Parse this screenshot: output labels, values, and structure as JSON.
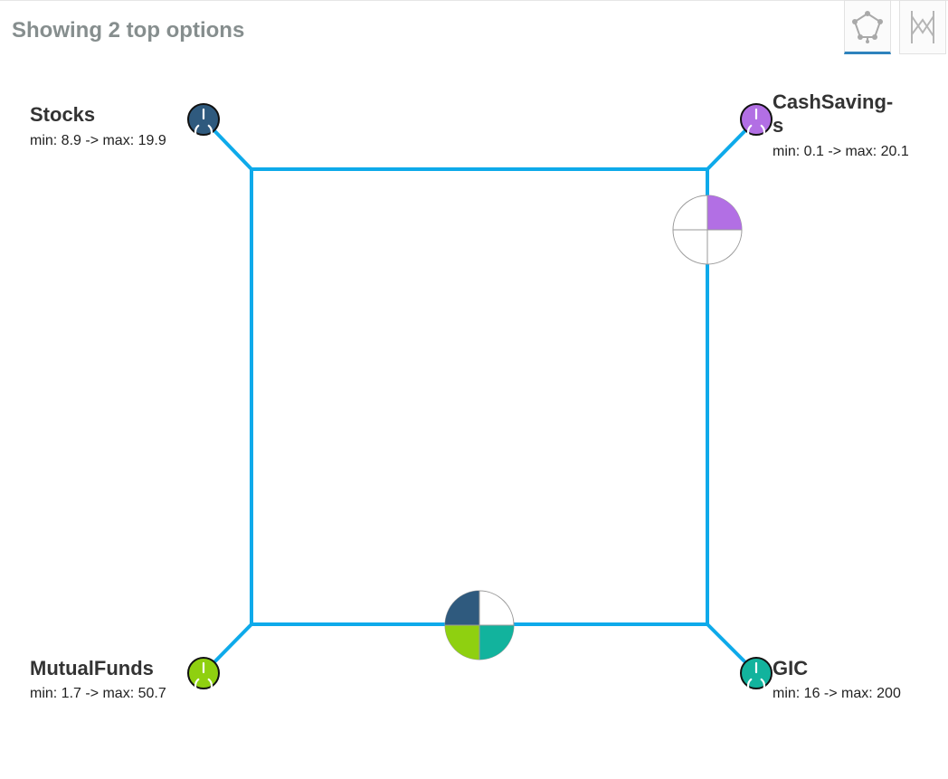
{
  "header": {
    "title": "Showing 2 top options"
  },
  "toolbar": {
    "views": [
      {
        "icon": "polygon-network-icon",
        "active": true
      },
      {
        "icon": "parallel-coordinates-icon",
        "active": false
      }
    ]
  },
  "chart_data": {
    "type": "radar",
    "axes": [
      {
        "name": "Stocks",
        "range_text": "min: 8.9 -> max: 19.9",
        "min": 8.9,
        "max": 19.9,
        "color": "#2f5a7e"
      },
      {
        "name": "CashSaving-\ns",
        "range_text": "min: 0.1 -> max: 20.1",
        "min": 0.1,
        "max": 20.1,
        "color": "#b26fe4"
      },
      {
        "name": "GIC",
        "range_text": "min: 16 -> max: 200",
        "min": 16,
        "max": 200,
        "color": "#12b39d"
      },
      {
        "name": "MutualFunds",
        "range_text": "min: 1.7 -> max: 50.7",
        "min": 1.7,
        "max": 50.7,
        "color": "#8fd010"
      }
    ],
    "options": [
      {
        "marker": "top-right",
        "filled_axes": [
          "CashSaving-\ns"
        ]
      },
      {
        "marker": "bottom-center",
        "filled_axes": [
          "Stocks",
          "GIC",
          "MutualFunds"
        ]
      }
    ],
    "polygon_color": "#0eaaea"
  }
}
